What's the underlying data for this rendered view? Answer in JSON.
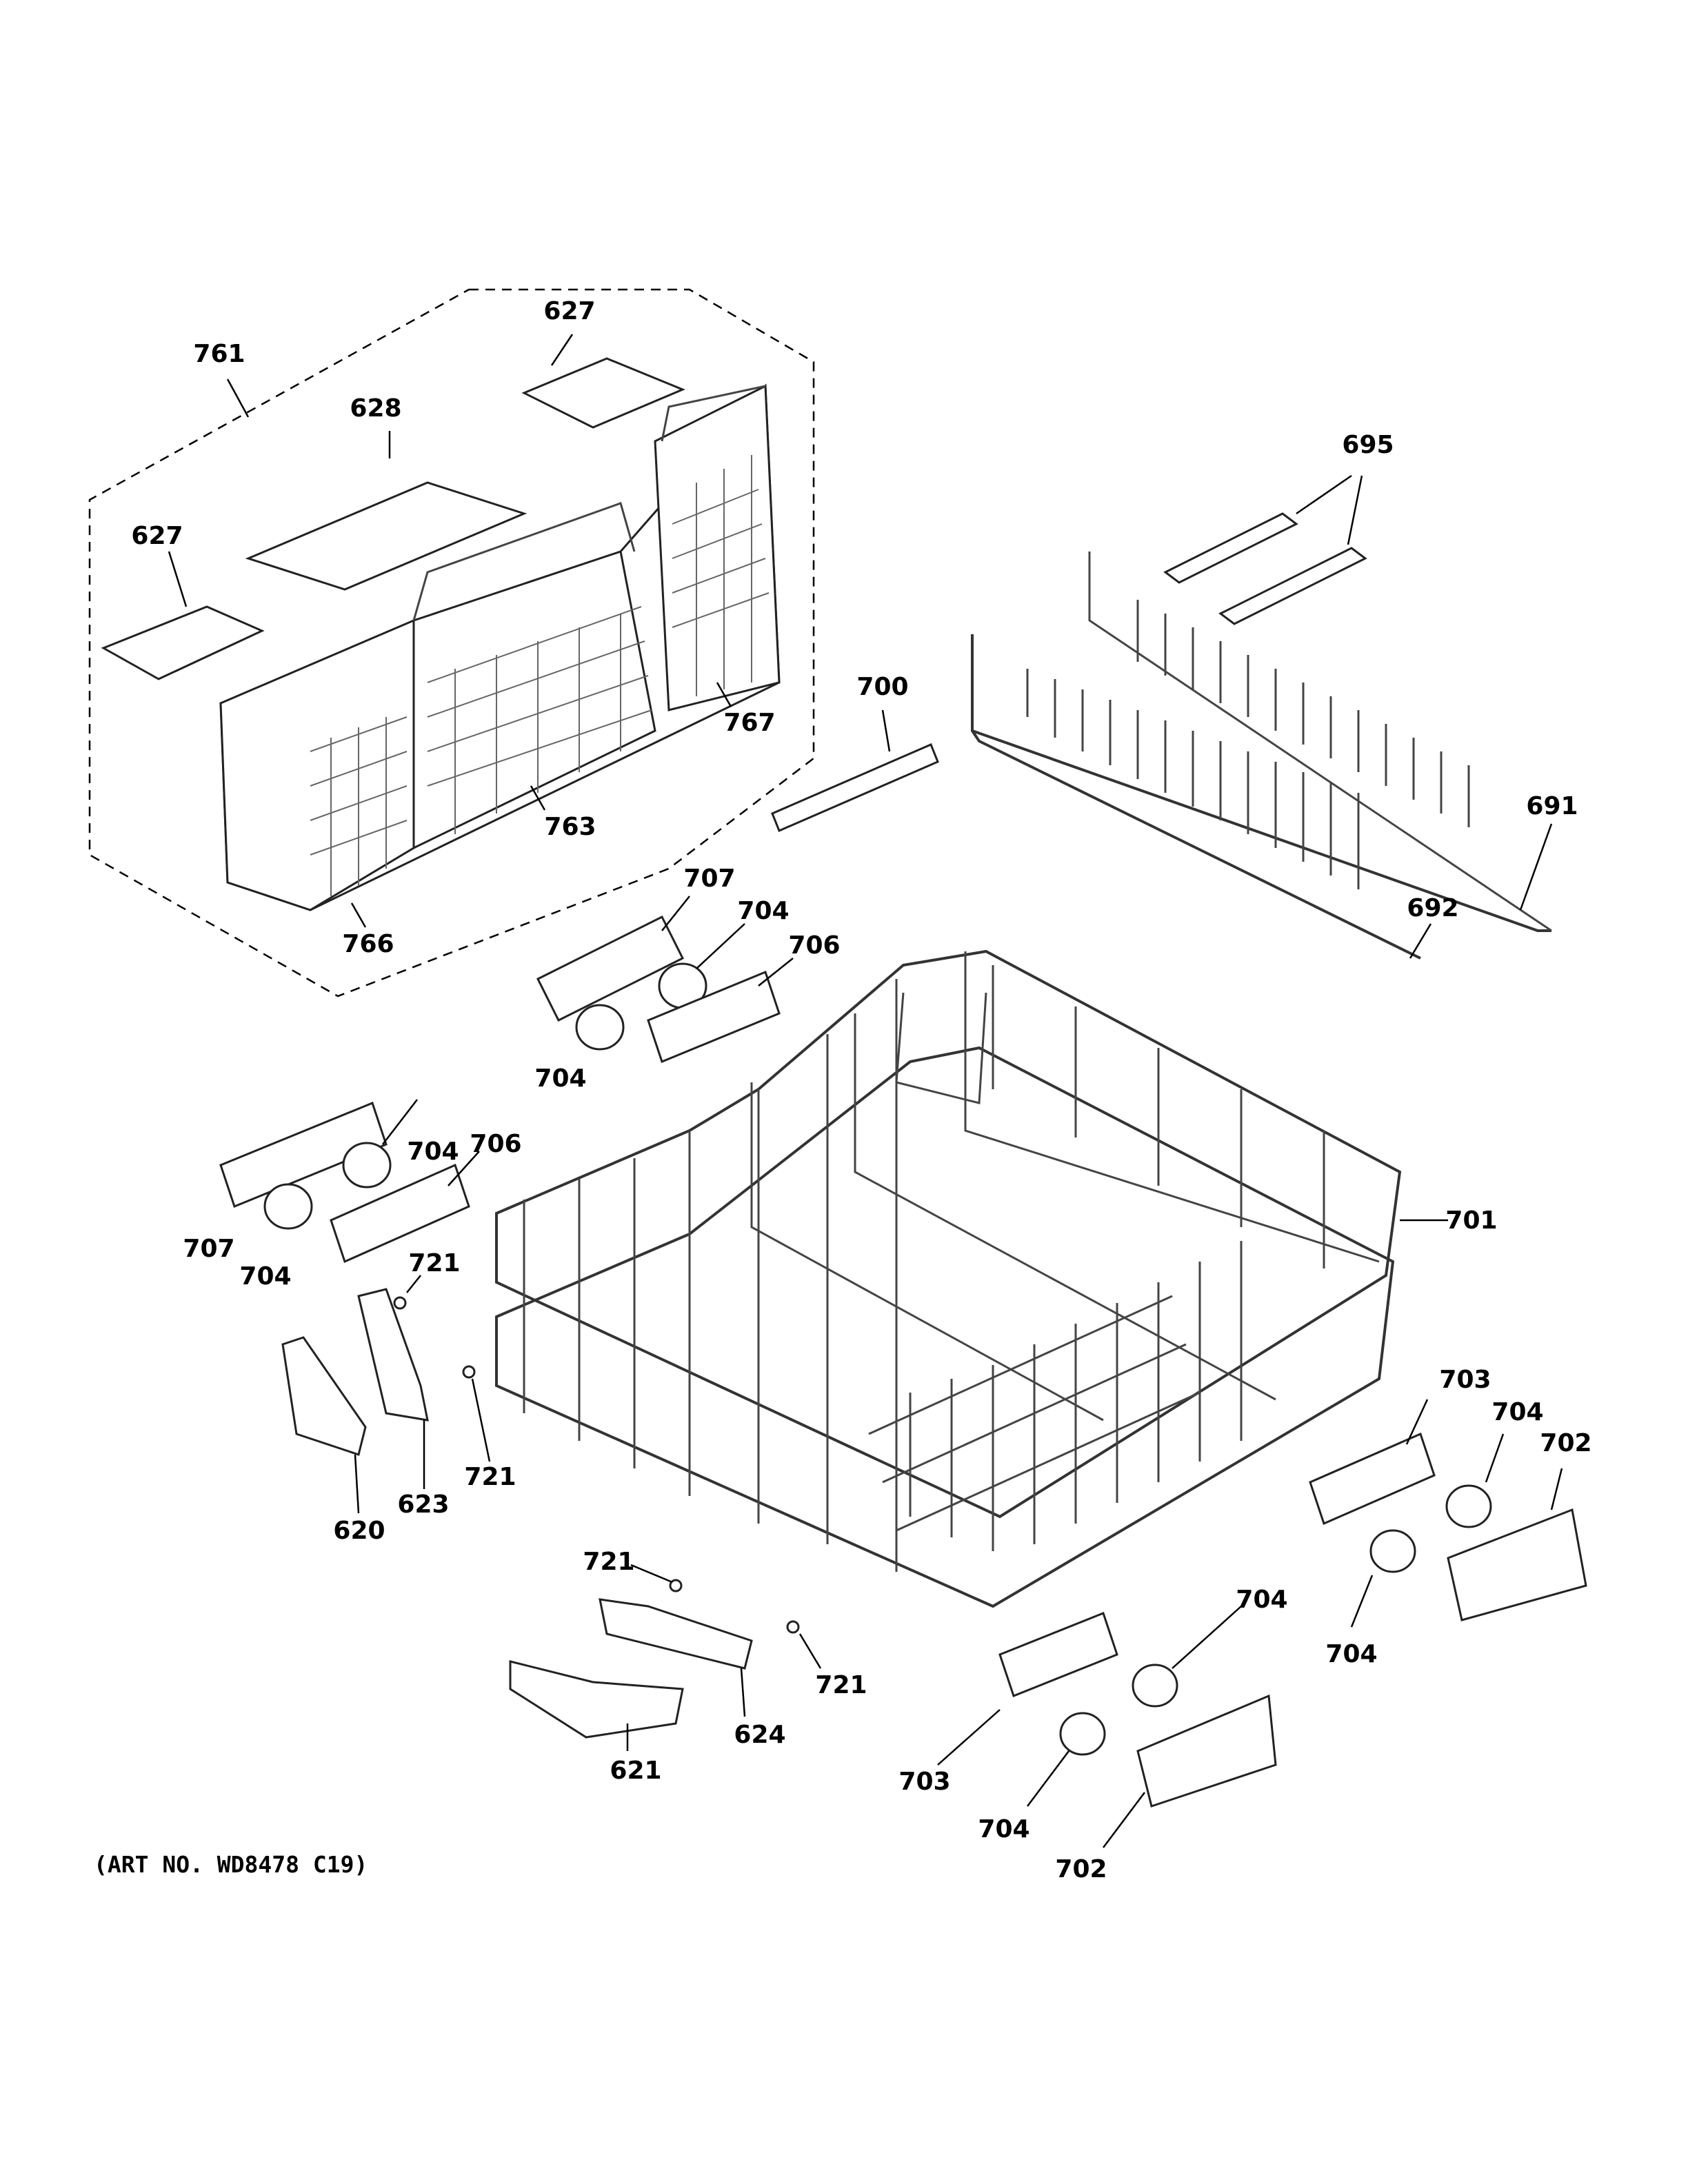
{
  "callouts": [
    {
      "key": "c761",
      "label": "761"
    },
    {
      "key": "c627a",
      "label": "627"
    },
    {
      "key": "c628",
      "label": "628"
    },
    {
      "key": "c627b",
      "label": "627"
    },
    {
      "key": "c767",
      "label": "767"
    },
    {
      "key": "c763",
      "label": "763"
    },
    {
      "key": "c766",
      "label": "766"
    },
    {
      "key": "c695",
      "label": "695"
    },
    {
      "key": "c700",
      "label": "700"
    },
    {
      "key": "c691",
      "label": "691"
    },
    {
      "key": "c692",
      "label": "692"
    },
    {
      "key": "c707a",
      "label": "707"
    },
    {
      "key": "c704a",
      "label": "704"
    },
    {
      "key": "c706a",
      "label": "706"
    },
    {
      "key": "c704b",
      "label": "704"
    },
    {
      "key": "c704c",
      "label": "704"
    },
    {
      "key": "c706b",
      "label": "706"
    },
    {
      "key": "c707b",
      "label": "707"
    },
    {
      "key": "c704d",
      "label": "704"
    },
    {
      "key": "c701",
      "label": "701"
    },
    {
      "key": "c721a",
      "label": "721"
    },
    {
      "key": "c721b",
      "label": "721"
    },
    {
      "key": "c620",
      "label": "620"
    },
    {
      "key": "c623",
      "label": "623"
    },
    {
      "key": "c703a",
      "label": "703"
    },
    {
      "key": "c704e",
      "label": "704"
    },
    {
      "key": "c702a",
      "label": "702"
    },
    {
      "key": "c704f",
      "label": "704"
    },
    {
      "key": "c721c",
      "label": "721"
    },
    {
      "key": "c721d",
      "label": "721"
    },
    {
      "key": "c624",
      "label": "624"
    },
    {
      "key": "c621",
      "label": "621"
    },
    {
      "key": "c704g",
      "label": "704"
    },
    {
      "key": "c703b",
      "label": "703"
    },
    {
      "key": "c704h",
      "label": "704"
    },
    {
      "key": "c702b",
      "label": "702"
    }
  ],
  "art_number": "(ART NO. WD8478 C19)"
}
